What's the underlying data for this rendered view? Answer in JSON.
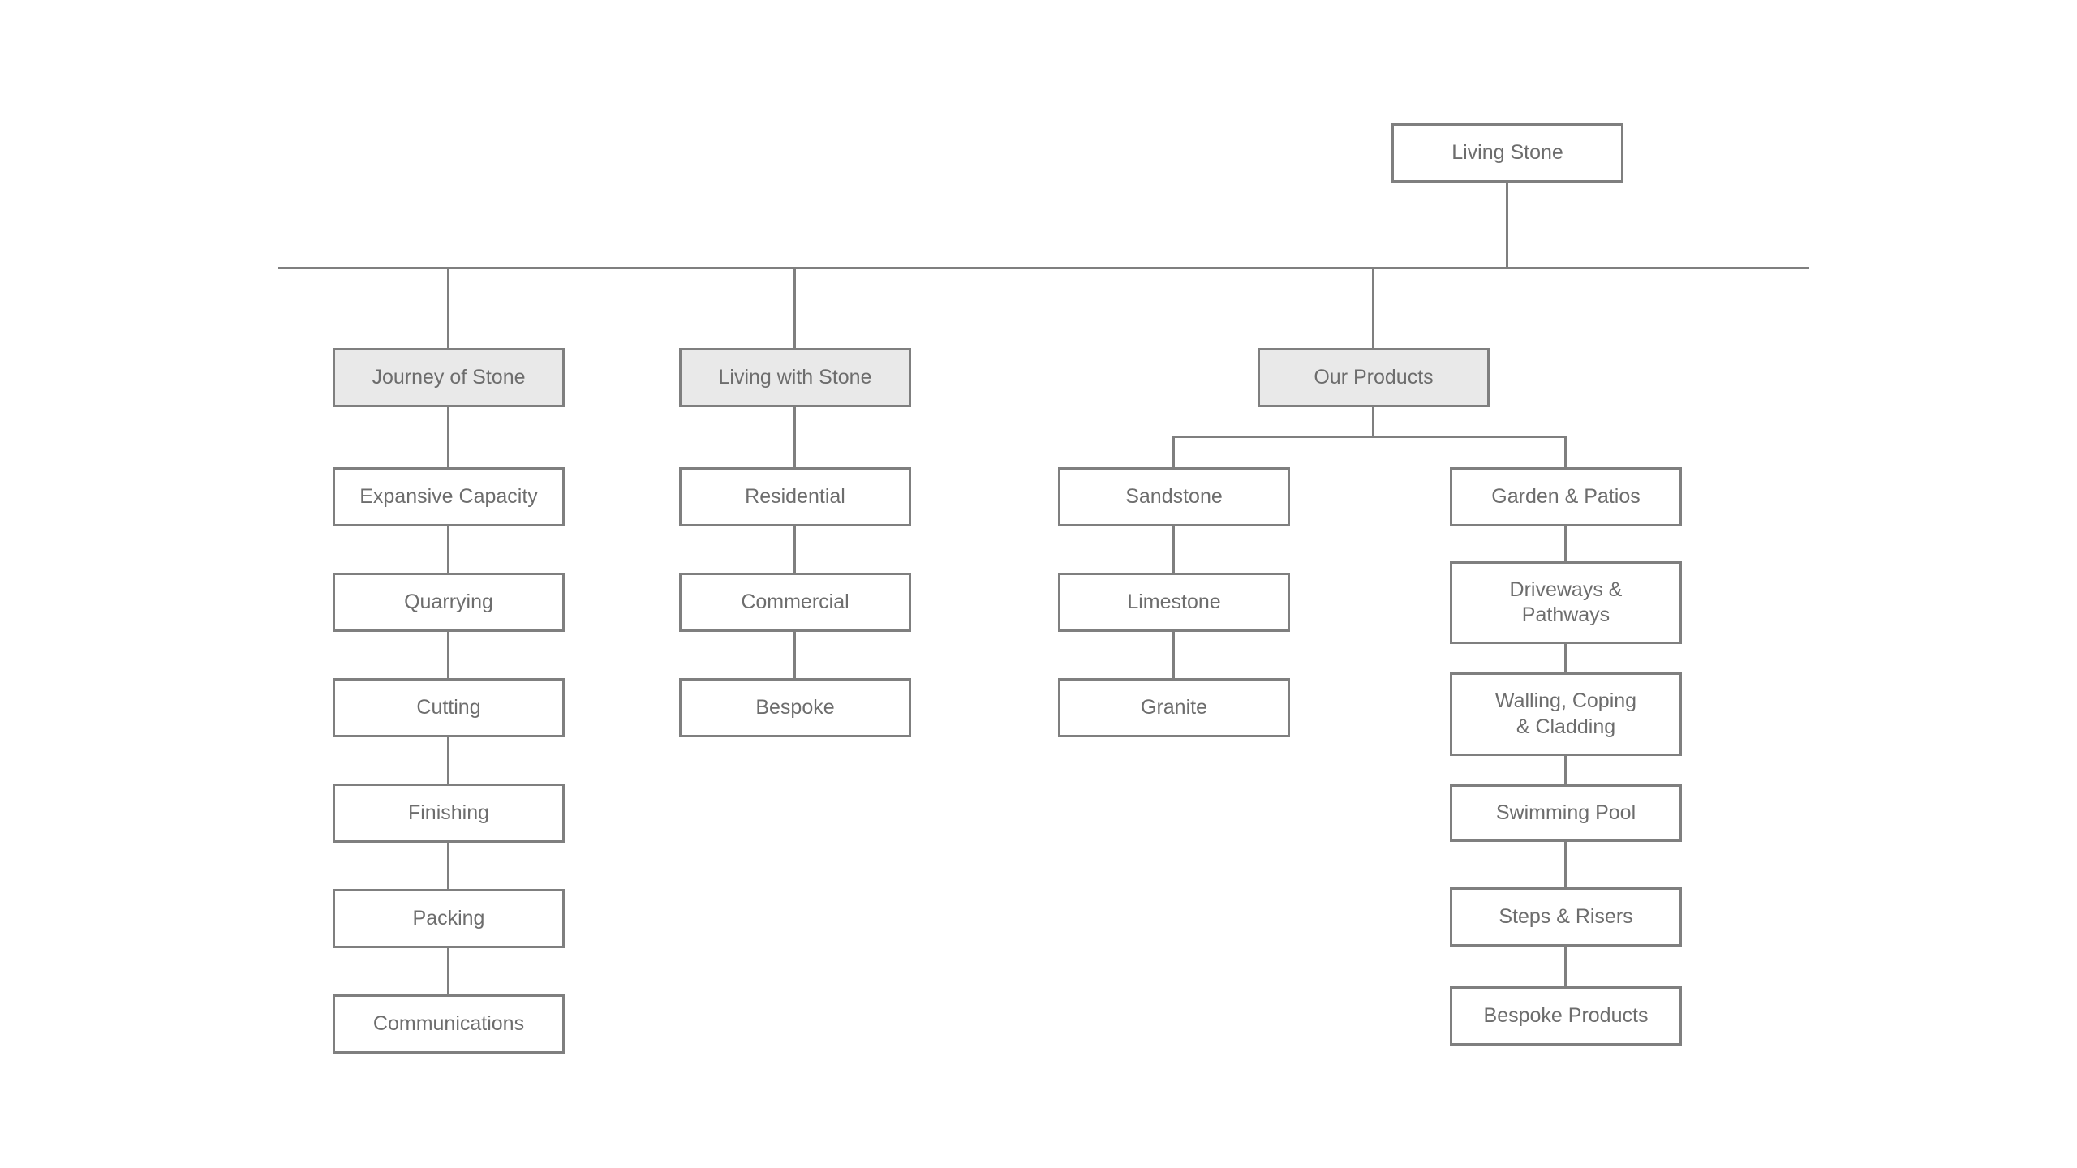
{
  "diagram": {
    "type": "sitemap-tree",
    "root": {
      "label": "Living Stone"
    },
    "branches": [
      {
        "label": "Journey of Stone",
        "children": [
          "Expansive Capacity",
          "Quarrying",
          "Cutting",
          "Finishing",
          "Packing",
          "Communications"
        ]
      },
      {
        "label": "Living with Stone",
        "children": [
          "Residential",
          "Commercial",
          "Bespoke"
        ]
      },
      {
        "label": "Our Products",
        "columns": [
          {
            "items": [
              "Sandstone",
              "Limestone",
              "Granite"
            ]
          },
          {
            "items": [
              "Garden & Patios",
              "Driveways &\nPathways",
              "Walling, Coping\n& Cladding",
              "Swimming Pool",
              "Steps & Risers",
              "Bespoke Products"
            ]
          }
        ]
      }
    ],
    "colors": {
      "line": "#7f7f7f",
      "node_border": "#7f7f7f",
      "node_fill": "#ffffff",
      "branch_fill": "#e9e9e9",
      "text": "#6d6d6d",
      "background": "#ffffff"
    }
  }
}
